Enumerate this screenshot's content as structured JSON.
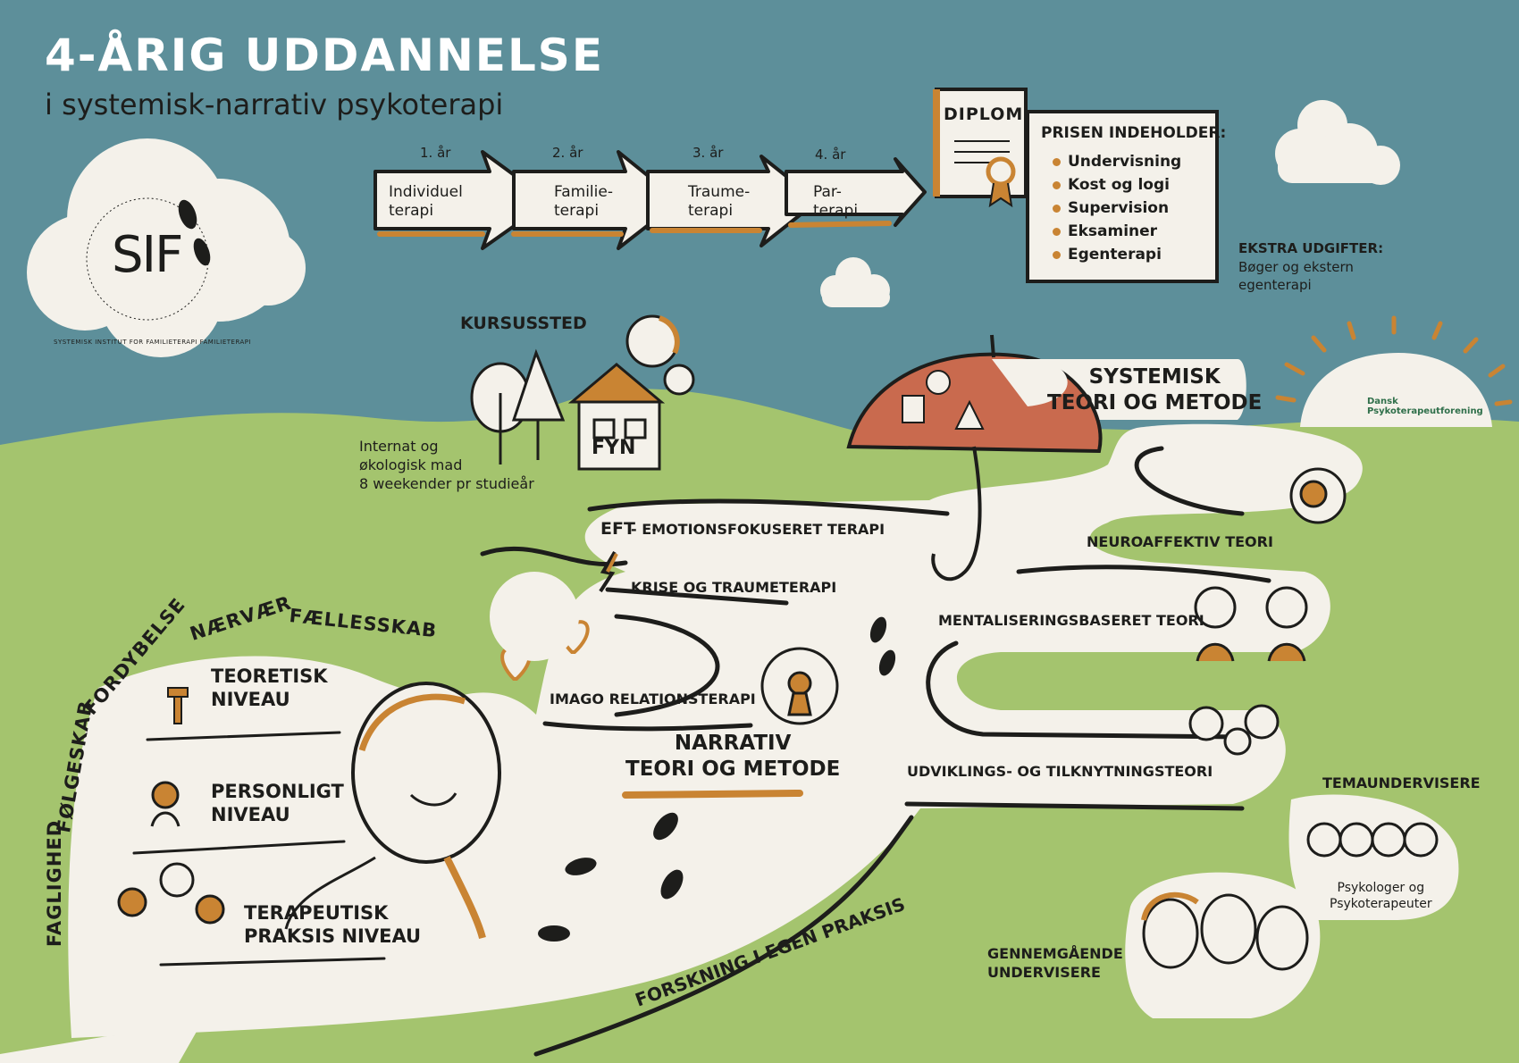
{
  "header": {
    "title": "4-ÅRIG UDDANNELSE",
    "subtitle": "i systemisk-narrativ psykoterapi"
  },
  "logo": {
    "text": "SIF",
    "ring_text": "SYSTEMISK INSTITUT FOR FAMILIETERAPI FAMILIETERAPI"
  },
  "timeline": [
    {
      "year": "1. år",
      "label": "Individuel\nterapi"
    },
    {
      "year": "2. år",
      "label": "Familie-\nterapi"
    },
    {
      "year": "3. år",
      "label": "Traume-\nterapi"
    },
    {
      "year": "4. år",
      "label": "Par-\nterapi"
    }
  ],
  "diploma": {
    "label": "DIPLOM"
  },
  "price": {
    "heading": "PRISEN INDEHOLDER:",
    "items": [
      "Undervisning",
      "Kost og logi",
      "Supervision",
      "Eksaminer",
      "Egenterapi"
    ]
  },
  "extra": {
    "heading": "EKSTRA UDGIFTER:",
    "text": "Bøger og ekstern\negenterapi"
  },
  "venue": {
    "heading": "KURSUSSTED",
    "place": "FYN",
    "details": "Internat og\nøkologisk mad\n8 weekender pr studieår"
  },
  "systemic": {
    "title": "SYSTEMISK\nTEORI OG METODE"
  },
  "dpf_logo": {
    "line1": "Dansk",
    "line2": "Psykoterapeutforening"
  },
  "branches": {
    "eft_abbr": "EFT",
    "eft": "- EMOTIONSFOKUSERET  TERAPI",
    "crisis": "KRISE OG TRAUMETERAPI",
    "imago": "IMAGO RELATIONSTERAPI",
    "neuro": "NEUROAFFEKTIV TEORI",
    "mental": "MENTALISERINGSBASERET TEORI",
    "development": "UDVIKLINGS- OG TILKNYTNINGSTEORI"
  },
  "narrative": {
    "title": "NARRATIV\nTEORI OG METODE"
  },
  "values": {
    "words": [
      "FAGLIGHED",
      "FØLGESKAB",
      "FORDYBELSE",
      "NÆRVÆR",
      "FÆLLESSKAB"
    ]
  },
  "levels": {
    "theoretical": "TEORETISK\nNIVEAU",
    "personal": "PERSONLIGT\nNIVEAU",
    "practice": "TERAPEUTISK\nPRAKSIS NIVEAU"
  },
  "research": {
    "text": "FORSKNING I EGEN PRAKSIS"
  },
  "teachers": {
    "theme_heading": "TEMAUNDERVISERE",
    "theme_text": "Psykologer og\nPsykoterapeuter",
    "continuing": "GENNEMGÅENDE\nUNDERVISERE"
  },
  "colors": {
    "sky": "#5d8f9a",
    "grass": "#a4c46e",
    "paper": "#f4f1ea",
    "accent": "#c98433",
    "umbrella": "#c96a4e",
    "ink": "#1d1d1b"
  },
  "icons": [
    "footprint-icon",
    "umbrella-icon",
    "sun-icon",
    "house-icon",
    "tree-icon",
    "lightning-icon",
    "heart-icon",
    "hammer-icon",
    "person-icon",
    "cloud-icon",
    "diploma-icon"
  ]
}
